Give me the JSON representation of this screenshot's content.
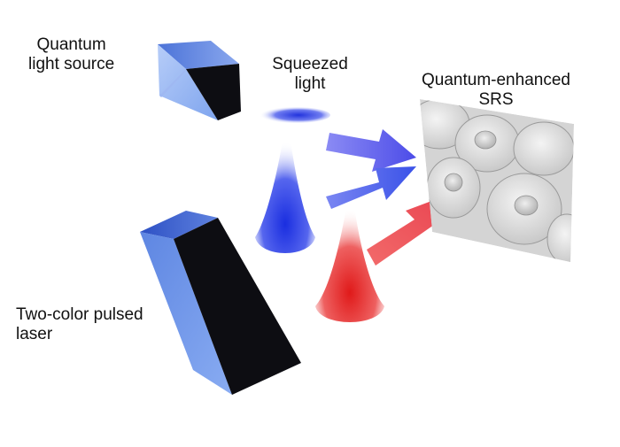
{
  "labels": {
    "quantum_source": [
      "Quantum",
      "light source"
    ],
    "squeezed_light": [
      "Squeezed",
      "light"
    ],
    "srs": [
      "Quantum-enhanced",
      "SRS"
    ],
    "laser": [
      "Two-color pulsed",
      "laser"
    ]
  },
  "colors": {
    "box_front": "#6d97e8",
    "box_top": "#a9c4f7",
    "box_side": "#0d0d12",
    "blue_pulse": "#1a2ee0",
    "red_pulse": "#e01a1a",
    "blue_arrow": "#6a6af0",
    "red_arrow": "#ee4a52",
    "cell_panel": "#d9d9d9"
  },
  "icons": [
    "light-source-box",
    "laser-box",
    "squeezed-pulse",
    "pulse-blue",
    "pulse-red",
    "arrow-blue",
    "arrow-red",
    "cell-image"
  ]
}
